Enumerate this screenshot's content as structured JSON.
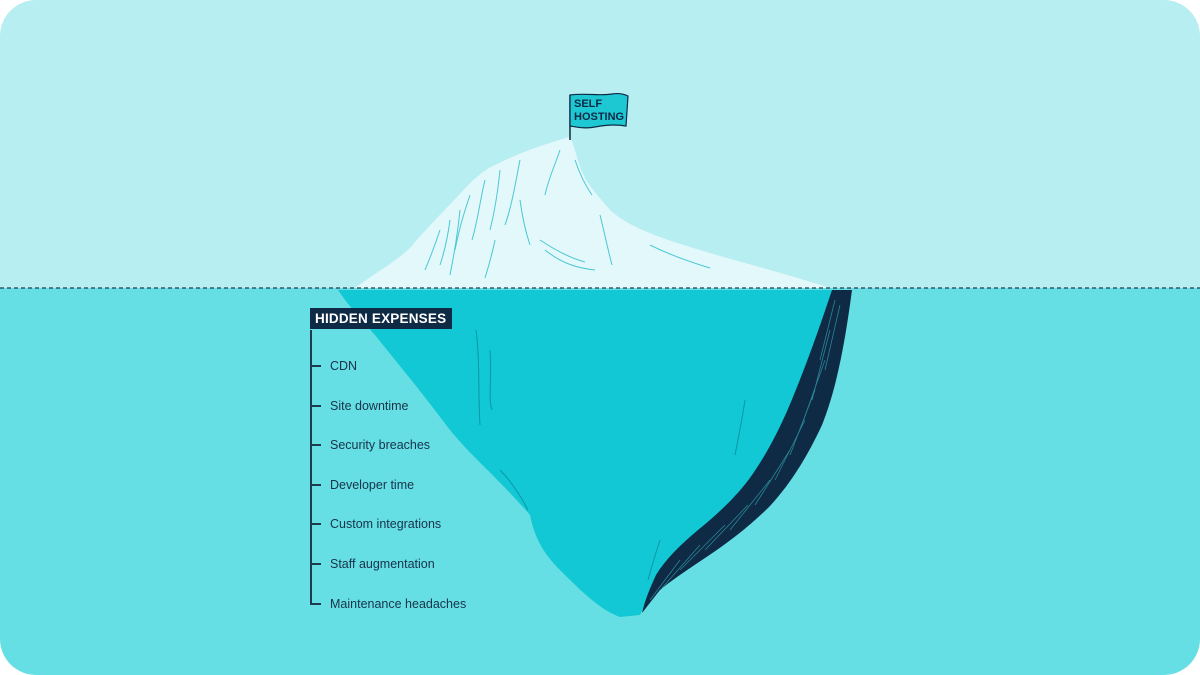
{
  "flag": {
    "line1": "SELF",
    "line2": "HOSTING"
  },
  "panel": {
    "title": "HIDDEN EXPENSES",
    "items": [
      {
        "label": "CDN"
      },
      {
        "label": "Site downtime"
      },
      {
        "label": "Security breaches"
      },
      {
        "label": "Developer time"
      },
      {
        "label": "Custom integrations"
      },
      {
        "label": "Staff augmentation"
      },
      {
        "label": "Maintenance headaches"
      }
    ]
  },
  "colors": {
    "sky": "#b7eef1",
    "water": "#66dfe4",
    "ice_top": "#e3f8fb",
    "ice_under": "#11c8d4",
    "ice_shadow": "#0f2a45",
    "flag": "#1ec8d3",
    "panel_title_bg": "#0f2a45"
  }
}
